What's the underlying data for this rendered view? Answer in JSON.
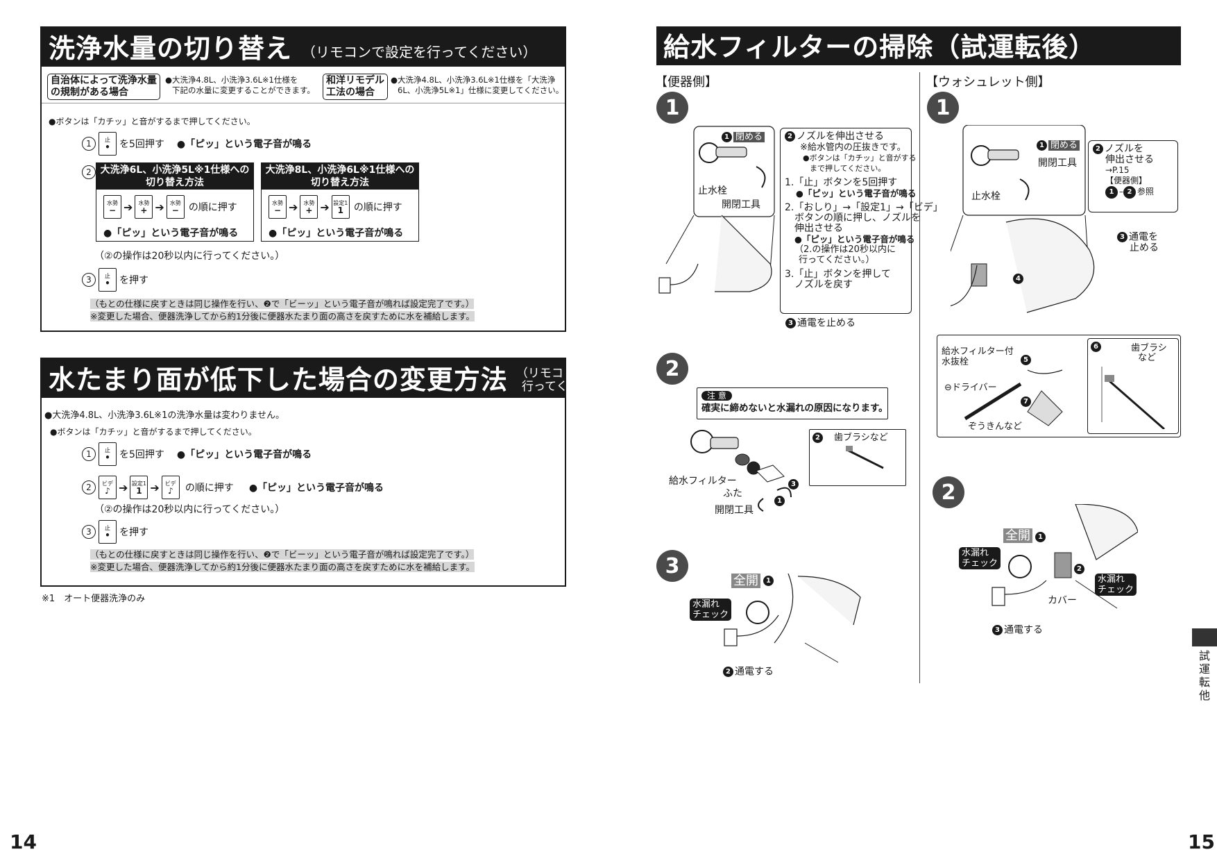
{
  "left": {
    "sec1": {
      "title": "洗浄水量の切り替え",
      "title_note": "（リモコンで設定を行ってください）",
      "box_a_label_1": "自治体によって洗浄水量",
      "box_a_label_2": "の規制がある場合",
      "box_a_desc_1": "●大洗浄4.8L、小洗浄3.6L※1仕様を",
      "box_a_desc_2": "下記の水量に変更することができます。",
      "box_b_label_1": "和洋リモデル",
      "box_b_label_2": "工法の場合",
      "box_b_desc_1": "●大洗浄4.8L、小洗浄3.6L※1仕様を「大洗浄",
      "box_b_desc_2": "6L、小洗浄5L※1」仕様に変更してください。",
      "press_note": "●ボタンは「カチッ」と音がするまで押してください。",
      "step1_text": "を5回押す",
      "beep_text": "●「ピッ」という電子音が鳴る",
      "sub1_head_1": "大洗浄6L、小洗浄5L※1仕様への",
      "sub1_head_2": "切り替え方法",
      "sub2_head_1": "大洗浄8L、小洗浄6L※1仕様への",
      "sub2_head_2": "切り替え方法",
      "order_text": "の順に押す",
      "sub_beep": "●「ピッ」という電子音が鳴る",
      "within20": "（②の操作は20秒以内に行ってください。）",
      "step3_text": "を押す",
      "restore_note": "（もとの仕様に戻すときは同じ操作を行い、❷で「ビーッ」という電子音が鳴れば設定完了です。）",
      "change_note": "※変更した場合、便器洗浄してから約1分後に便器水たまり面の高さを戻すために水を補給します。"
    },
    "sec2": {
      "title": "水たまり面が低下した場合の変更方法",
      "title_note_1": "（リモコンで設定を",
      "title_note_2": "行ってください）",
      "no_change": "●大洗浄4.8L、小洗浄3.6L※1の洗浄水量は変わりません。",
      "press_note": "●ボタンは「カチッ」と音がするまで押してください。",
      "step1_text": "を5回押す",
      "beep_text": "●「ピッ」という電子音が鳴る",
      "order_text": "の順に押す",
      "within20": "（②の操作は20秒以内に行ってください。）",
      "step3_text": "を押す",
      "restore_note": "（もとの仕様に戻すときは同じ操作を行い、❷で「ビーッ」という電子音が鳴れば設定完了です。）",
      "change_note": "※変更した場合、便器洗浄してから約1分後に便器水たまり面の高さを戻すために水を補給します。"
    },
    "footnote": "※1　オート便器洗浄のみ",
    "page_number": "14"
  },
  "right": {
    "title": "給水フィルターの掃除（試運転後）",
    "toilet_side": "【便器側】",
    "washlet_side": "【ウォシュレット側】",
    "t1": {
      "close": "閉める",
      "stopcock": "止水栓",
      "tool": "開閉工具",
      "nozzle_head": "ノズルを伸出させる",
      "pressure": "※給水管内の圧抜きです。",
      "press_hint_1": "●ボタンは「カチッ」と音がする",
      "press_hint_2": "まで押してください。",
      "s1": "1.「止」ボタンを5回押す",
      "s1_beep": "●「ピッ」という電子音が鳴る",
      "s2_1": "2.「おしり」→「設定1」→「ビデ」",
      "s2_2": "ボタンの順に押し、ノズルを",
      "s2_3": "伸出させる",
      "s2_beep": "●「ピッ」という電子音が鳴る",
      "s2_note_1": "（2.の操作は20秒以内に",
      "s2_note_2": "行ってください。）",
      "s3_1": "3.「止」ボタンを押して",
      "s3_2": "ノズルを戻す",
      "power_off": "通電を止める"
    },
    "t2": {
      "caution_tag": "注 意",
      "caution_text": "確実に締めないと水漏れの原因になります。",
      "brush": "歯ブラシなど",
      "filter": "給水フィルター",
      "lid": "ふた",
      "tool": "開閉工具"
    },
    "t3": {
      "full_open": "全開",
      "leak_check_1": "水漏れ",
      "leak_check_2": "チェック",
      "power_on": "通電する"
    },
    "w1": {
      "close": "閉める",
      "tool": "開閉工具",
      "stopcock": "止水栓",
      "nozzle_1": "ノズルを",
      "nozzle_2": "伸出させる",
      "ref_page": "→P.15",
      "ref_side": "【便器側】",
      "ref": "参照",
      "power_off_1": "通電を",
      "power_off_2": "止める",
      "filter_plug_1": "給水フィルター付",
      "filter_plug_2": "水抜栓",
      "driver": "⊖ドライバー",
      "rag": "ぞうきんなど",
      "brush_1": "歯ブラシ",
      "brush_2": "など"
    },
    "w2": {
      "full_open": "全開",
      "leak_check_1": "水漏れ",
      "leak_check_2": "チェック",
      "cover": "カバー",
      "power_on": "通電する"
    },
    "side_tab": [
      "試",
      "運",
      "転",
      "他"
    ],
    "page_number": "15"
  },
  "buttons": {
    "stop": "止",
    "bidet": "ビデ",
    "water": "水勢",
    "setting1": "設定1",
    "minus": "−",
    "plus": "+",
    "one": "1",
    "dot": "•",
    "person": "♪"
  }
}
